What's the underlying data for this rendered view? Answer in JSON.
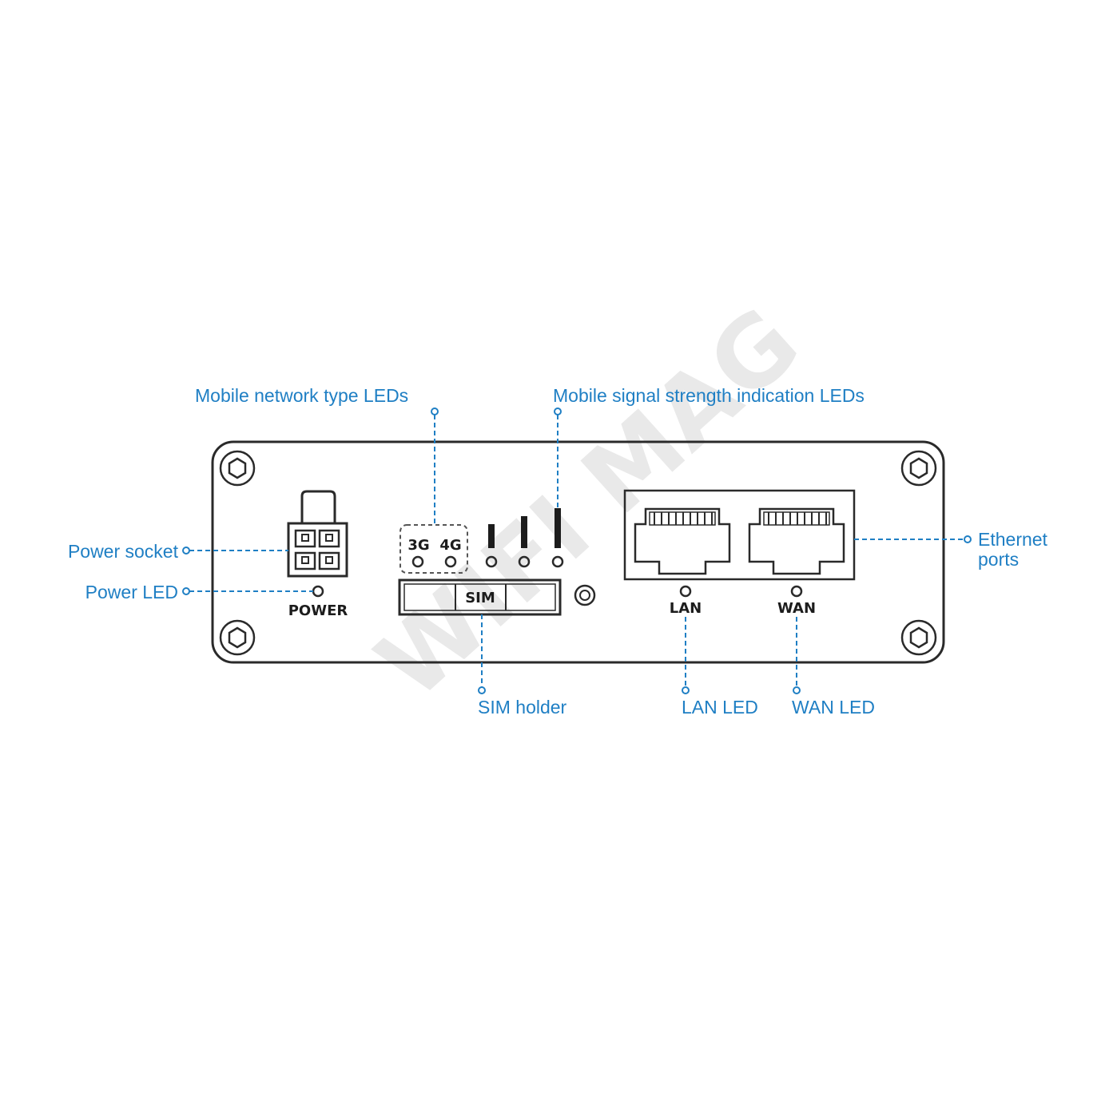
{
  "callouts": {
    "mobile_network_type_leds": "Mobile network type LEDs",
    "mobile_signal_strength_leds": "Mobile signal strength indication LEDs",
    "power_socket": "Power socket",
    "power_led": "Power LED",
    "ethernet_ports_line1": "Ethernet",
    "ethernet_ports_line2": "ports",
    "sim_holder": "SIM holder",
    "lan_led": "LAN LED",
    "wan_led": "WAN LED"
  },
  "device_labels": {
    "power": "POWER",
    "led_3g": "3G",
    "led_4g": "4G",
    "sim": "SIM",
    "lan": "LAN",
    "wan": "WAN"
  },
  "watermark": "WIFI MAG",
  "colors": {
    "callout": "#1f7fc4",
    "outline": "#2a2a2a",
    "watermark": "#e9e9e9"
  }
}
